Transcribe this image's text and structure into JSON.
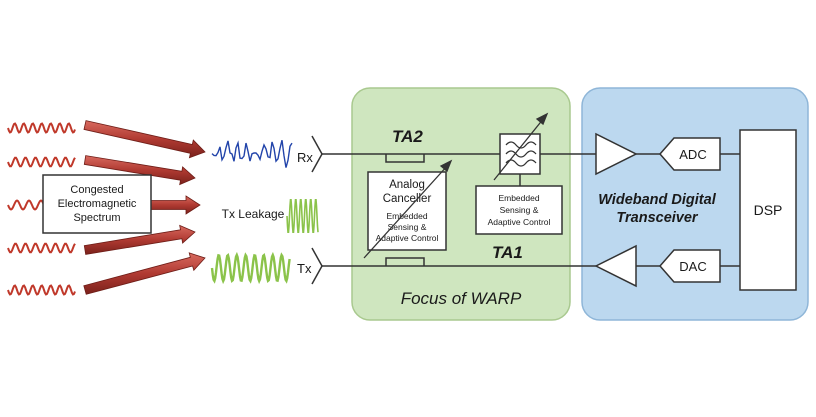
{
  "labels": {
    "spectrum": [
      "Congested",
      "Electromagnetic",
      "Spectrum"
    ],
    "tx_leakage": "Tx Leakage",
    "rx": "Rx",
    "tx": "Tx",
    "ta2": "TA2",
    "ta1": "TA1",
    "canceller": [
      "Analog",
      "Canceller"
    ],
    "canceller_sub": [
      "Embedded",
      "Sensing &",
      "Adaptive Control"
    ],
    "filter_sub": [
      "Embedded",
      "Sensing &",
      "Adaptive Control"
    ],
    "focus": "Focus of WARP",
    "transceiver": [
      "Wideband Digital",
      "Transceiver"
    ],
    "adc": "ADC",
    "dac": "DAC",
    "dsp": "DSP"
  },
  "icons": [
    "wave-icon",
    "arrow-icon",
    "antenna-icon",
    "filter-icon",
    "amplifier-icon",
    "tunable-arrow-icon"
  ],
  "colors": {
    "warp_region": "#cfe6bf",
    "warp_border": "#a9c98f",
    "transceiver_region": "#bcd8ef",
    "transceiver_border": "#8fb6d8",
    "interference_wave": "#c0392b",
    "rx_signal": "#2244aa",
    "tx_signal": "#8bc34a",
    "arrow_fill": "#b03a32"
  }
}
